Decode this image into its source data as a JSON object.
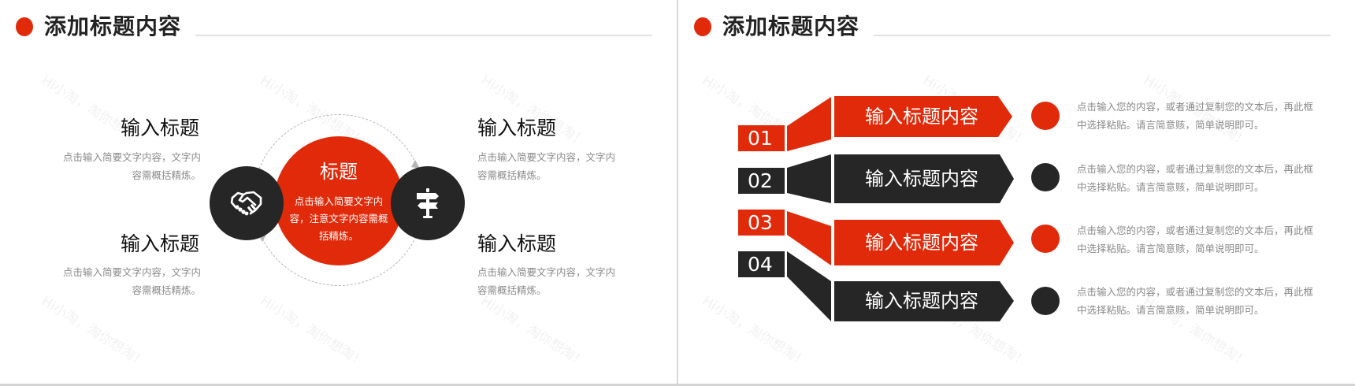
{
  "colors": {
    "accent_red": "#e02a0a",
    "dark": "#262626",
    "title_text": "#222222",
    "muted_text": "#8a8a8a",
    "rule": "#e2e2e2"
  },
  "watermark": "Hi小淘，淘你想淘！",
  "slide_left": {
    "header": {
      "title": "添加标题内容"
    },
    "center": {
      "title": "标题",
      "desc": "点击输入简要文字内容，注意文字内容需概括精炼。"
    },
    "icons": [
      {
        "name": "handshake-icon",
        "side": "left"
      },
      {
        "name": "signpost-icon",
        "side": "right"
      }
    ],
    "items": [
      {
        "position": "top-left",
        "title": "输入标题",
        "desc": "点击输入简要文字内容，文字内容需概括精炼。"
      },
      {
        "position": "bottom-left",
        "title": "输入标题",
        "desc": "点击输入简要文字内容，文字内容需概括精炼。"
      },
      {
        "position": "top-right",
        "title": "输入标题",
        "desc": "点击输入简要文字内容，文字内容需概括精炼。"
      },
      {
        "position": "bottom-right",
        "title": "输入标题",
        "desc": "点击输入简要文字内容，文字内容需概括精炼。"
      }
    ]
  },
  "slide_right": {
    "header": {
      "title": "添加标题内容"
    },
    "rows": [
      {
        "number": "01",
        "label": "输入标题内容",
        "color": "red",
        "desc": "点击输入您的内容，或者通过复制您的文本后，再此框中选择粘贴。请言简意赅，简单说明即可。"
      },
      {
        "number": "02",
        "label": "输入标题内容",
        "color": "dark",
        "desc": "点击输入您的内容，或者通过复制您的文本后，再此框中选择粘贴。请言简意赅，简单说明即可。"
      },
      {
        "number": "03",
        "label": "输入标题内容",
        "color": "red",
        "desc": "点击输入您的内容，或者通过复制您的文本后，再此框中选择粘贴。请言简意赅，简单说明即可。"
      },
      {
        "number": "04",
        "label": "输入标题内容",
        "color": "dark",
        "desc": "点击输入您的内容，或者通过复制您的文本后，再此框中选择粘贴。请言简意赅，简单说明即可。"
      }
    ]
  }
}
